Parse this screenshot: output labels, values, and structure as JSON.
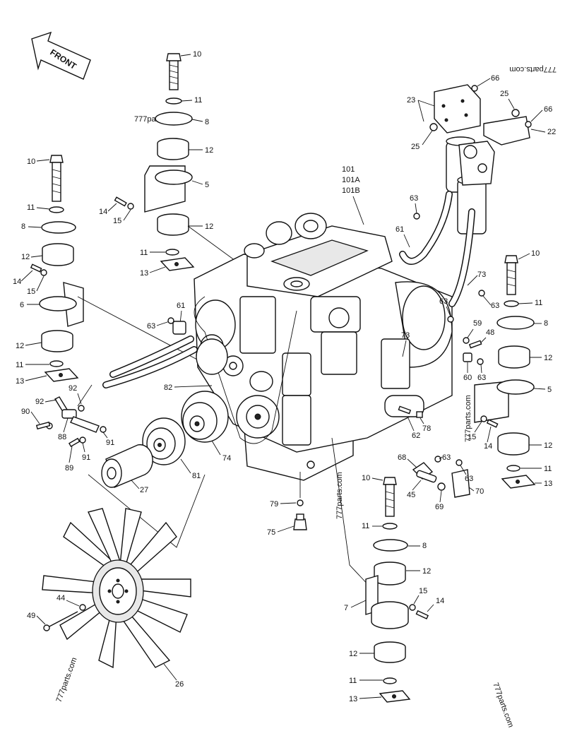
{
  "diagram": {
    "direction_label": "FRONT",
    "watermarks": [
      "777parts.com",
      "777parts.com",
      "777parts.com",
      "777parts.com",
      "777parts.com",
      "777parts.com"
    ],
    "callouts": {
      "c10a": "10",
      "c11a": "11",
      "c8a": "8",
      "c12a": "12",
      "c5a": "5",
      "c12b": "12",
      "c11b": "11",
      "c13a": "13",
      "c14a": "14",
      "c15a": "15",
      "c10b": "10",
      "c11c": "11",
      "c8b": "8",
      "c12c": "12",
      "c14b": "14",
      "c15b": "15",
      "c6": "6",
      "c12d": "12",
      "c11d": "11",
      "c13b": "13",
      "c23": "23",
      "c25a": "25",
      "c66a": "66",
      "c25b": "25",
      "c66b": "66",
      "c22": "22",
      "c101": "101",
      "c101a": "101A",
      "c101b": "101B",
      "c63a": "63",
      "c61a": "61",
      "c73a": "73",
      "c63b": "63",
      "c61b": "61",
      "c63c": "63",
      "c82": "82",
      "c92a": "92",
      "c92b": "92",
      "c90": "90",
      "c88": "88",
      "c91a": "91",
      "c91b": "91",
      "c89": "89",
      "c74": "74",
      "c81": "81",
      "c27": "27",
      "c10c": "10",
      "c11e": "11",
      "c8c": "8",
      "c12e": "12",
      "c5b": "5",
      "c12f": "12",
      "c11f": "11",
      "c13c": "13",
      "c14c": "14",
      "c15c": "15",
      "c63d": "63",
      "c59": "59",
      "c48": "48",
      "c60": "60",
      "c63e": "63",
      "c73b": "73",
      "c78": "78",
      "c62": "62",
      "c68": "68",
      "c63f": "63",
      "c63g": "63",
      "c45": "45",
      "c69": "69",
      "c70": "70",
      "c79": "79",
      "c75": "75",
      "c10d": "10",
      "c11g": "11",
      "c8d": "8",
      "c12g": "12",
      "c15d": "15",
      "c14d": "14",
      "c7": "7",
      "c12h": "12",
      "c11h": "11",
      "c13d": "13",
      "c49": "49",
      "c44": "44",
      "c26": "26"
    }
  }
}
